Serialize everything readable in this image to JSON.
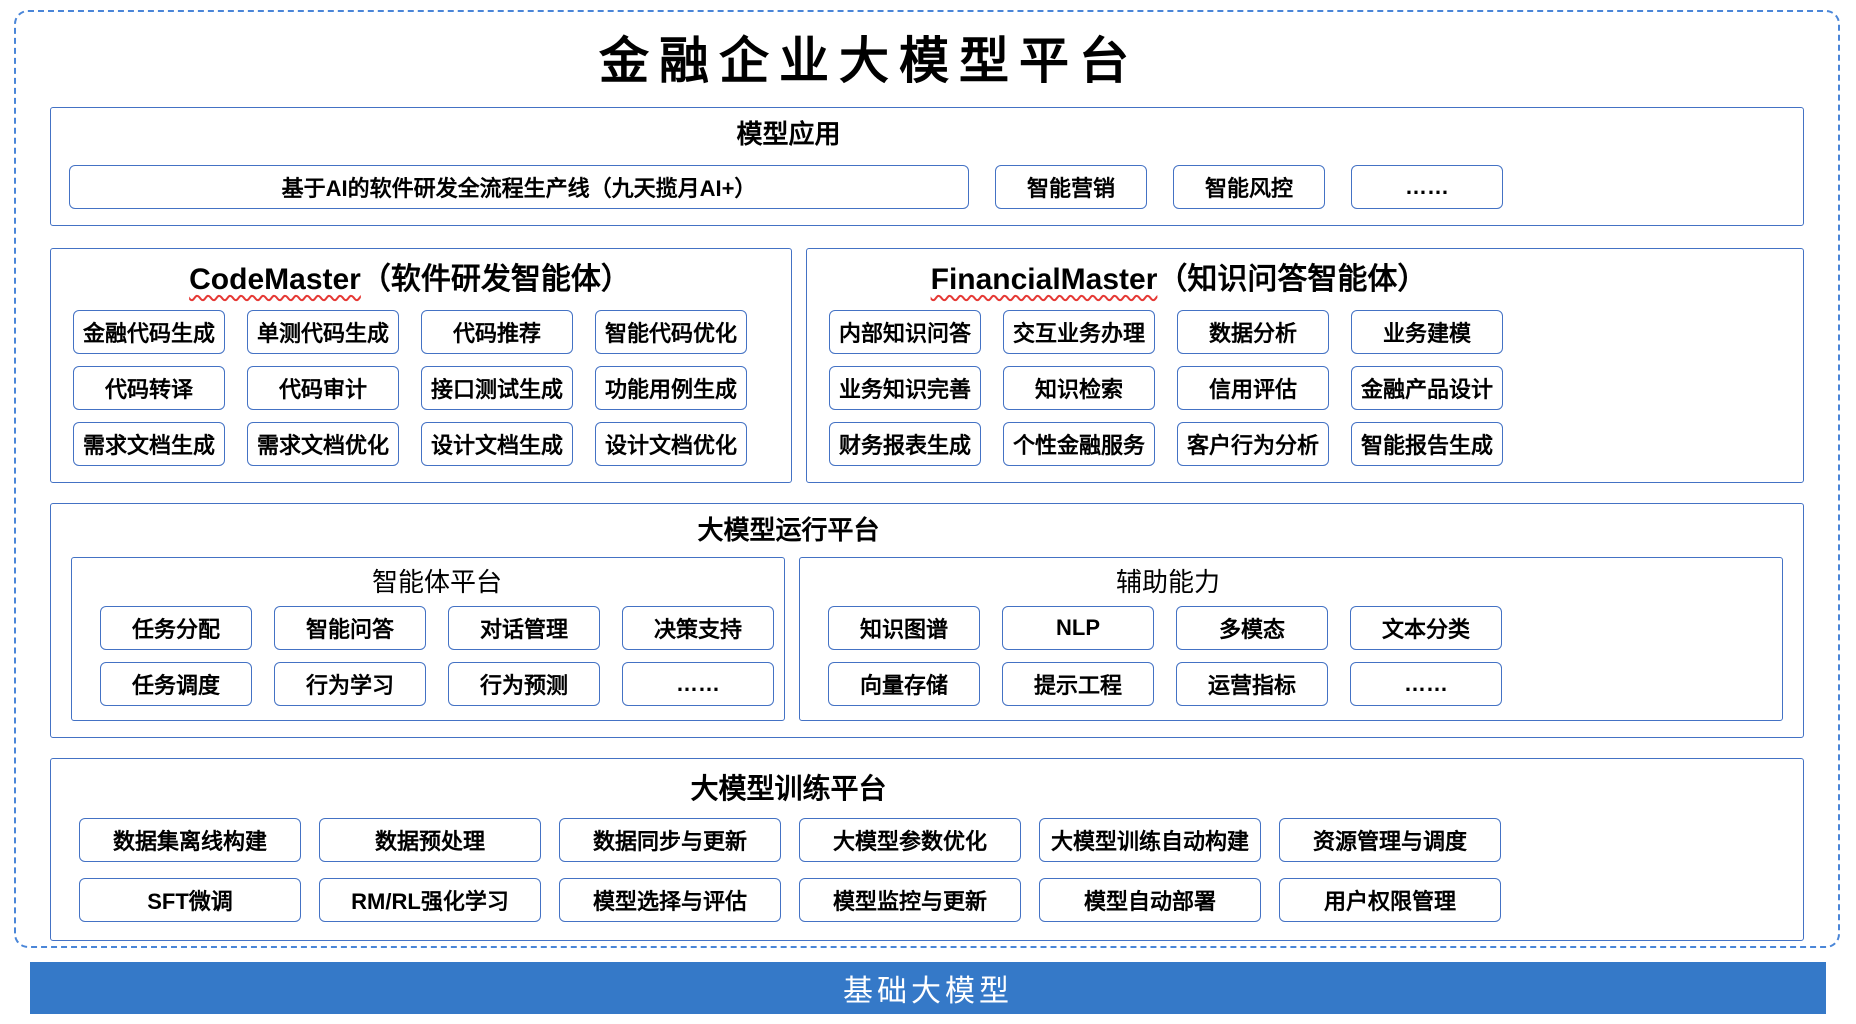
{
  "colors": {
    "box_border": "#4472C4",
    "outer_dash": "#4A86D8",
    "bar_bg": "#3579C8",
    "squiggle": "#E53935"
  },
  "title": "金融企业大模型平台",
  "model_apps": {
    "heading": "模型应用",
    "main_item": "基于AI的软件研发全流程生产线（九天揽月AI+）",
    "items": [
      "智能营销",
      "智能风控",
      "……"
    ]
  },
  "code_master": {
    "title_en": "CodeMaster",
    "title_zh": "（软件研发智能体）",
    "items": [
      "金融代码生成",
      "单测代码生成",
      "代码推荐",
      "智能代码优化",
      "代码转译",
      "代码审计",
      "接口测试生成",
      "功能用例生成",
      "需求文档生成",
      "需求文档优化",
      "设计文档生成",
      "设计文档优化"
    ]
  },
  "financial_master": {
    "title_en": "FinancialMaster",
    "title_zh": "（知识问答智能体）",
    "items": [
      "内部知识问答",
      "交互业务办理",
      "数据分析",
      "业务建模",
      "业务知识完善",
      "知识检索",
      "信用评估",
      "金融产品设计",
      "财务报表生成",
      "个性金融服务",
      "客户行为分析",
      "智能报告生成"
    ]
  },
  "runtime": {
    "heading": "大模型运行平台",
    "agent_platform": {
      "heading": "智能体平台",
      "items": [
        "任务分配",
        "智能问答",
        "对话管理",
        "决策支持",
        "任务调度",
        "行为学习",
        "行为预测",
        "……"
      ]
    },
    "aux": {
      "heading": "辅助能力",
      "items": [
        "知识图谱",
        "NLP",
        "多模态",
        "文本分类",
        "向量存储",
        "提示工程",
        "运营指标",
        "……"
      ]
    }
  },
  "training": {
    "heading": "大模型训练平台",
    "items": [
      "数据集离线构建",
      "数据预处理",
      "数据同步与更新",
      "大模型参数优化",
      "大模型训练自动构建",
      "资源管理与调度",
      "SFT微调",
      "RM/RL强化学习",
      "模型选择与评估",
      "模型监控与更新",
      "模型自动部署",
      "用户权限管理"
    ]
  },
  "base_model": {
    "label": "基础大模型"
  }
}
